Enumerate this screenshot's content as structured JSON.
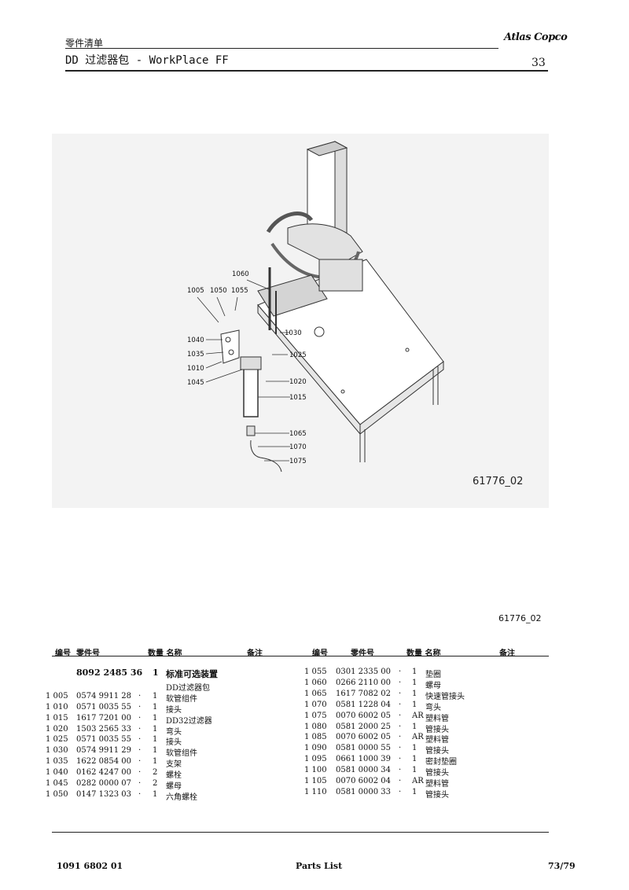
{
  "header": {
    "section": "零件清单",
    "logo": "Atlas Copco",
    "title": "DD 过滤器包 - WorkPlace FF",
    "page": "33"
  },
  "drawing": {
    "image_label": "61776_02",
    "callouts": [
      "1005",
      "1050",
      "1055",
      "1060",
      "1040",
      "1035",
      "1010",
      "1045",
      "1030",
      "1025",
      "1020",
      "1015",
      "1065",
      "1070",
      "1075"
    ],
    "caption": "61776_02"
  },
  "table": {
    "headers": {
      "item": "编号",
      "part": "零件号",
      "qty_name": "数量 名称",
      "note": "备注"
    },
    "left": [
      {
        "item": "",
        "part": "8092 2485 36",
        "dot": "",
        "qty": "1",
        "name": "标准可选装置"
      },
      {
        "item": "",
        "part": "",
        "dot": "",
        "qty": "",
        "name": "DD过滤器包"
      },
      {
        "item": "1 005",
        "part": "0574 9911 28",
        "dot": "·",
        "qty": "1",
        "name": "软管组件"
      },
      {
        "item": "1 010",
        "part": "0571 0035 55",
        "dot": "·",
        "qty": "1",
        "name": "接头"
      },
      {
        "item": "1 015",
        "part": "1617 7201 00",
        "dot": "·",
        "qty": "1",
        "name": "DD32过滤器"
      },
      {
        "item": "1 020",
        "part": "1503 2565 33",
        "dot": "·",
        "qty": "1",
        "name": "弯头"
      },
      {
        "item": "1 025",
        "part": "0571 0035 55",
        "dot": "·",
        "qty": "1",
        "name": "接头"
      },
      {
        "item": "1 030",
        "part": "0574 9911 29",
        "dot": "·",
        "qty": "1",
        "name": "软管组件"
      },
      {
        "item": "1 035",
        "part": "1622 0854 00",
        "dot": "·",
        "qty": "1",
        "name": "支架"
      },
      {
        "item": "1 040",
        "part": "0162 4247 00",
        "dot": "·",
        "qty": "2",
        "name": "螺栓"
      },
      {
        "item": "1 045",
        "part": "0282 0000 07",
        "dot": "·",
        "qty": "2",
        "name": "螺母"
      },
      {
        "item": "1 050",
        "part": "0147 1323 03",
        "dot": "·",
        "qty": "1",
        "name": "六角螺栓"
      }
    ],
    "right": [
      {
        "item": "1 055",
        "part": "0301 2335 00",
        "dot": "·",
        "qty": "1",
        "name": "垫圈"
      },
      {
        "item": "1 060",
        "part": "0266 2110 00",
        "dot": "·",
        "qty": "1",
        "name": "螺母"
      },
      {
        "item": "1 065",
        "part": "1617 7082 02",
        "dot": "·",
        "qty": "1",
        "name": "快速管接头"
      },
      {
        "item": "1 070",
        "part": "0581 1228 04",
        "dot": "·",
        "qty": "1",
        "name": "弯头"
      },
      {
        "item": "1 075",
        "part": "0070 6002 05",
        "dot": "·",
        "qty": "AR",
        "name": "塑料管"
      },
      {
        "item": "1 080",
        "part": "0581 2000 25",
        "dot": "·",
        "qty": "1",
        "name": "管接头"
      },
      {
        "item": "1 085",
        "part": "0070 6002 05",
        "dot": "·",
        "qty": "AR",
        "name": "塑料管"
      },
      {
        "item": "1 090",
        "part": "0581 0000 55",
        "dot": "·",
        "qty": "1",
        "name": "管接头"
      },
      {
        "item": "1 095",
        "part": "0661 1000 39",
        "dot": "·",
        "qty": "1",
        "name": "密封垫圈"
      },
      {
        "item": "1 100",
        "part": "0581 0000 34",
        "dot": "·",
        "qty": "1",
        "name": "管接头"
      },
      {
        "item": "1 105",
        "part": "0070 6002 04",
        "dot": "·",
        "qty": "AR",
        "name": "塑料管"
      },
      {
        "item": "1 110",
        "part": "0581 0000 33",
        "dot": "·",
        "qty": "1",
        "name": "管接头"
      }
    ]
  },
  "footer": {
    "doc_number": "1091 6802 01",
    "doc_type": "Parts List",
    "page_of": "73/79"
  }
}
